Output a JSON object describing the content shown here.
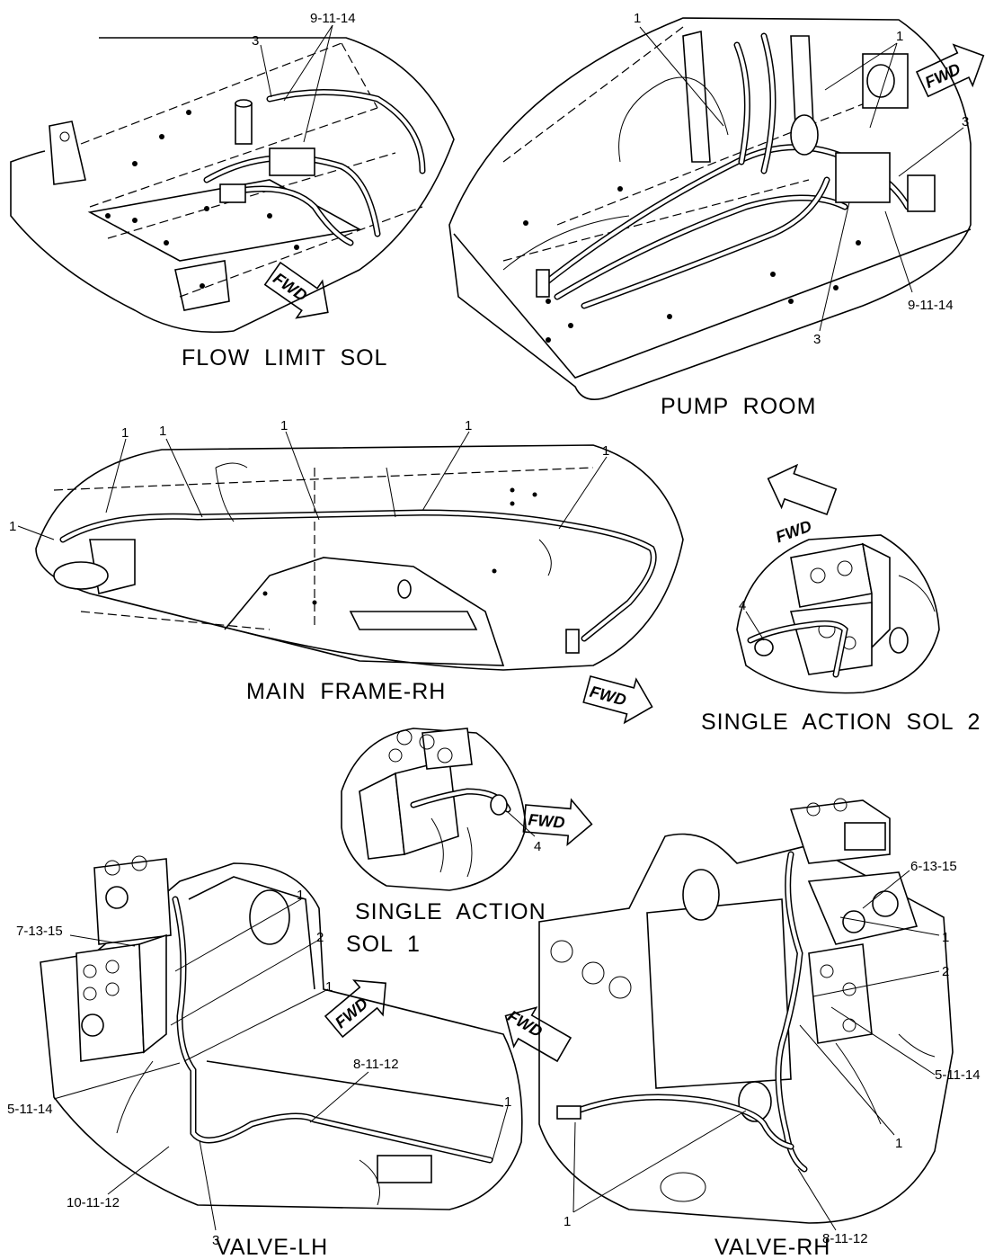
{
  "views": {
    "flow_limit_sol": {
      "title": "FLOW  LIMIT  SOL",
      "callouts": [
        "9-11-14",
        "3"
      ],
      "fwd": "FWD"
    },
    "pump_room": {
      "title": "PUMP  ROOM",
      "callouts": [
        "1",
        "1",
        "3",
        "9-11-14",
        "3"
      ],
      "fwd": "FWD"
    },
    "main_frame_rh": {
      "title": "MAIN  FRAME-RH",
      "callouts": [
        "1",
        "1",
        "1",
        "1",
        "1",
        "1"
      ],
      "fwd": "FWD"
    },
    "single_action_sol_2": {
      "title": "SINGLE  ACTION  SOL  2",
      "callouts": [
        "4"
      ],
      "fwd": "FWD"
    },
    "single_action_sol_1": {
      "title_line1": "SINGLE  ACTION",
      "title_line2": "SOL  1",
      "callouts": [
        "4"
      ],
      "fwd": "FWD"
    },
    "valve_lh": {
      "title": "VALVE-LH",
      "callouts": [
        "7-13-15",
        "1",
        "2",
        "1",
        "5-11-14",
        "8-11-12",
        "1",
        "10-11-12",
        "3"
      ],
      "fwd": "FWD"
    },
    "valve_rh": {
      "title": "VALVE-RH",
      "callouts": [
        "6-13-15",
        "1",
        "2",
        "5-11-14",
        "1",
        "8-11-12",
        "1"
      ],
      "fwd": "FWD"
    }
  }
}
